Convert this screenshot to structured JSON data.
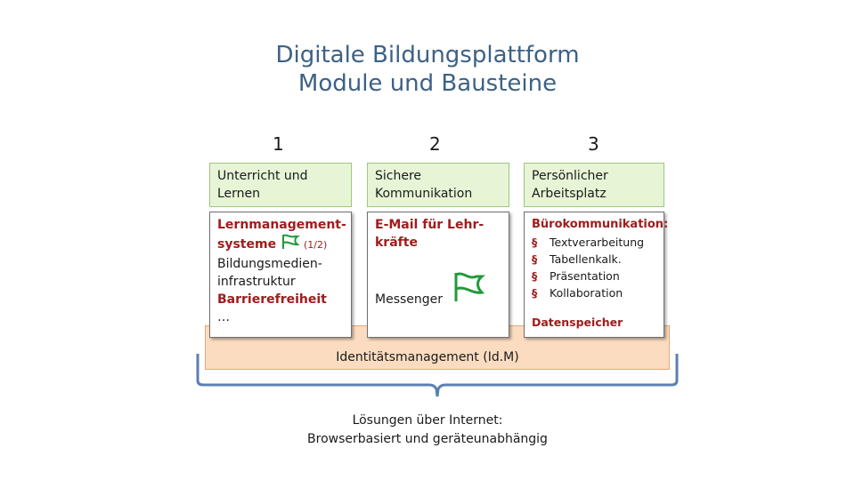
{
  "title": {
    "line1": "Digitale Bildungsplattform",
    "line2": "Module und Bausteine"
  },
  "columns": [
    {
      "number": "1",
      "header": [
        "Unterricht und",
        "Lernen"
      ],
      "content": {
        "red1": "Lernmanagement-",
        "red2": "systeme",
        "note": "(1/2)",
        "line3": "Bildungsmedien-",
        "line4": "infrastruktur",
        "red5": "Barrierefreiheit",
        "line6": "…"
      }
    },
    {
      "number": "2",
      "header": [
        "Sichere",
        "Kommunikation"
      ],
      "content": {
        "red1": "E-Mail für Lehr-",
        "red2": "kräfte",
        "messenger": "Messenger"
      }
    },
    {
      "number": "3",
      "header": [
        "Persönlicher",
        "Arbeitsplatz"
      ],
      "content": {
        "red1": "Bürokommunikation:",
        "bullets": [
          "Textverarbeitung",
          "Tabellenkalk.",
          "Präsentation",
          "Kollaboration"
        ],
        "storage": "Datenspeicher"
      }
    }
  ],
  "idm": "Identitätsmanagement (Id.M)",
  "bottom": {
    "line1": "Lösungen über Internet:",
    "line2": "Browserbasiert und geräteunabhängig"
  },
  "colors": {
    "title": "#3d6185",
    "red": "#a01c1c",
    "green_fill": "#e7f5d6",
    "base_fill": "#fbdcc0",
    "brace": "#5b80b0",
    "flag": "#1f9a3a"
  },
  "icons": [
    "flag-icon"
  ]
}
